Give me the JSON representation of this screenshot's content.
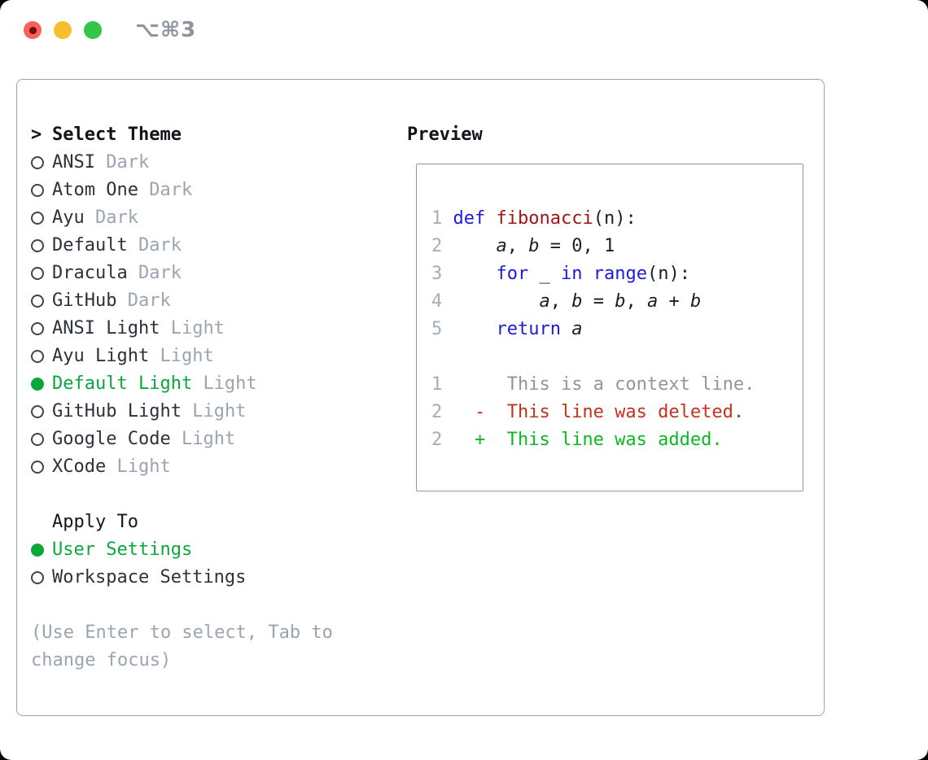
{
  "titlebar": {
    "shortcut": "⌥⌘3"
  },
  "theme_panel": {
    "marker": ">",
    "title": "Select Theme",
    "items": [
      {
        "name": "ANSI",
        "variant": "Dark",
        "selected": false
      },
      {
        "name": "Atom One",
        "variant": "Dark",
        "selected": false
      },
      {
        "name": "Ayu",
        "variant": "Dark",
        "selected": false
      },
      {
        "name": "Default",
        "variant": "Dark",
        "selected": false
      },
      {
        "name": "Dracula",
        "variant": "Dark",
        "selected": false
      },
      {
        "name": "GitHub",
        "variant": "Dark",
        "selected": false
      },
      {
        "name": "ANSI Light",
        "variant": "Light",
        "selected": false
      },
      {
        "name": "Ayu Light",
        "variant": "Light",
        "selected": false
      },
      {
        "name": "Default Light",
        "variant": "Light",
        "selected": true
      },
      {
        "name": "GitHub Light",
        "variant": "Light",
        "selected": false
      },
      {
        "name": "Google Code",
        "variant": "Light",
        "selected": false
      },
      {
        "name": "XCode",
        "variant": "Light",
        "selected": false
      }
    ],
    "apply_to": {
      "title": "Apply To",
      "options": [
        {
          "name": "User Settings",
          "selected": true
        },
        {
          "name": "Workspace Settings",
          "selected": false
        }
      ]
    },
    "help": {
      "line1": "(Use Enter to select, Tab to",
      "line2": "change focus)"
    }
  },
  "preview": {
    "title": "Preview",
    "code_lines": [
      {
        "num": "1",
        "s0": " ",
        "s1": "def",
        "s2": " ",
        "s3": "fibonacci",
        "s4": "(n):"
      },
      {
        "num": "2",
        "s0": "     ",
        "s1": "a",
        "s2": ", ",
        "s3": "b",
        "s4": " = 0, 1"
      },
      {
        "num": "3",
        "s0": "     ",
        "s1": "for",
        "s2": " _ ",
        "s3": "in",
        "s4": " ",
        "s5": "range",
        "s6": "(n):"
      },
      {
        "num": "4",
        "s0": "         ",
        "s1": "a",
        "s2": ", ",
        "s3": "b",
        "s4": " = ",
        "s5": "b",
        "s6": ", ",
        "s7": "a",
        "s8": " + ",
        "s9": "b"
      },
      {
        "num": "5",
        "s0": "     ",
        "s1": "return",
        "s2": " ",
        "s3": "a"
      }
    ],
    "diff_lines": [
      {
        "num": "1",
        "kind": "context",
        "text": "      This is a context line."
      },
      {
        "num": "2",
        "kind": "deleted",
        "text": "   -  This line was deleted."
      },
      {
        "num": "2",
        "kind": "added",
        "text": "   +  This line was added."
      }
    ]
  },
  "colors": {
    "accent_green": "#0aa83a",
    "keyword_blue": "#1c1cd8",
    "function_red": "#a31515",
    "diff_deleted_red": "#c2321e",
    "diff_added_green": "#0ab828",
    "muted_gray": "#9aa5b1",
    "box_border": "#9aa5b1",
    "traffic_close": "#f9615a",
    "traffic_minimize": "#f8bd2d",
    "traffic_zoom": "#33c748"
  }
}
